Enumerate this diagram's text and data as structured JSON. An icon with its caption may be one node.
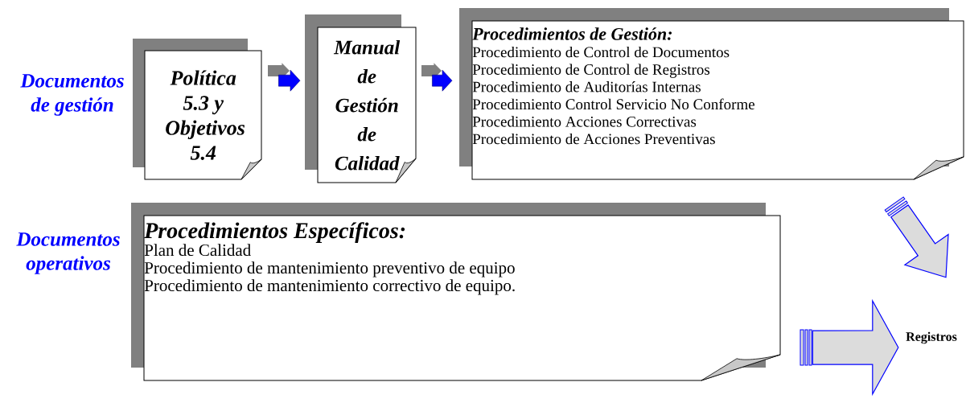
{
  "diagram": {
    "nodes": [
      {
        "text": [
          "Política 5.3 y Objetivos 5.4"
        ]
      },
      {
        "text": [
          "Manual de Gestión de Calidad"
        ]
      },
      {
        "text": [
          "Procedimientos de Gestión:",
          "Procedimiento de Control de Documentos",
          "Procedimiento de Control de Registros",
          "Procedimiento de Auditorías Internas",
          "Procedimiento Control Servicio No Conforme",
          "Procedimiento Acciones Correctivas",
          "Procedimiento de Acciones Preventivas"
        ]
      },
      {
        "text": [
          "Procedimientos Específicos:",
          "Plan de Calidad",
          "Procedimiento de mantenimiento preventivo de equipo",
          "Procedimiento de mantenimiento correctivo de equipo."
        ]
      },
      {
        "text": [
          "Registros"
        ]
      }
    ],
    "edges": [
      {
        "from": 0,
        "to": 1,
        "arrow": "to"
      },
      {
        "from": 1,
        "to": 2,
        "arrow": "to"
      },
      {
        "from": 2,
        "to": 4,
        "arrow": "to"
      },
      {
        "from": 3,
        "to": 4,
        "arrow": "to"
      }
    ],
    "labels": [
      "Documentos de gestión",
      "Documentos operativos"
    ]
  }
}
